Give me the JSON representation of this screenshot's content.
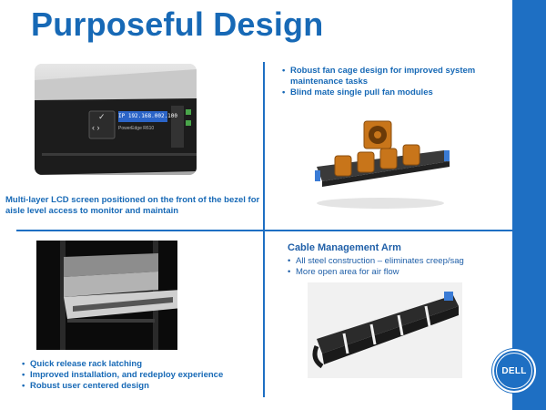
{
  "slide": {
    "title": "Purposeful Design",
    "lcd_caption": "Multi-layer LCD screen positioned on the front of the bezel for aisle level access to monitor and maintain",
    "fan_bullets": [
      "Robust fan cage design for improved system maintenance tasks",
      "Blind mate single pull fan modules"
    ],
    "rack_bullets": [
      "Quick release rack latching",
      "Improved installation, and redeploy experience",
      "Robust user centered design"
    ],
    "cma": {
      "title": "Cable Management Arm",
      "bullets": [
        "All steel construction – eliminates creep/sag",
        "More open area for air flow"
      ]
    },
    "lcd_screen_text": "IP 192.168.002.100",
    "bezel_label": "PowerEdge R610",
    "logo_text": "DELL"
  },
  "colors": {
    "accent": "#1769b6",
    "bar": "#1e6fc3"
  }
}
